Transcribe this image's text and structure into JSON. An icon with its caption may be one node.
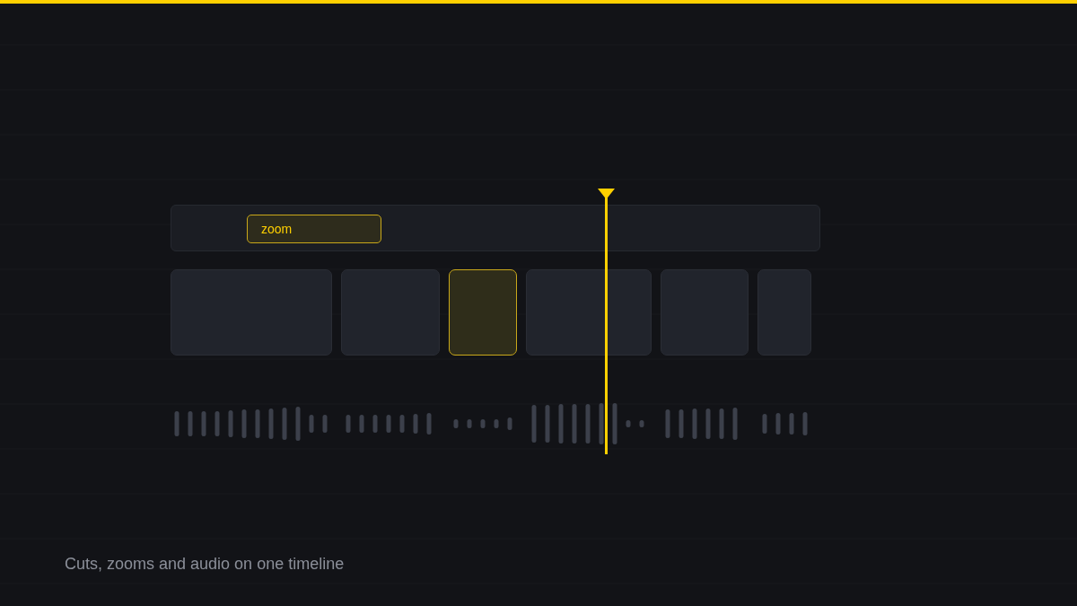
{
  "diagram": {
    "caption": "Cuts, zooms and audio on one timeline",
    "nodes": [
      {
        "text": [],
        "shape": "bar"
      },
      {
        "text": [
          "zoom"
        ],
        "in": 0
      },
      {
        "text": [],
        "shape": "box"
      },
      {
        "text": [],
        "shape": "box"
      },
      {
        "text": [],
        "shape": "box"
      },
      {
        "text": [],
        "shape": "box"
      },
      {
        "text": [],
        "shape": "box"
      },
      {
        "text": [],
        "shape": "box"
      }
    ]
  }
}
